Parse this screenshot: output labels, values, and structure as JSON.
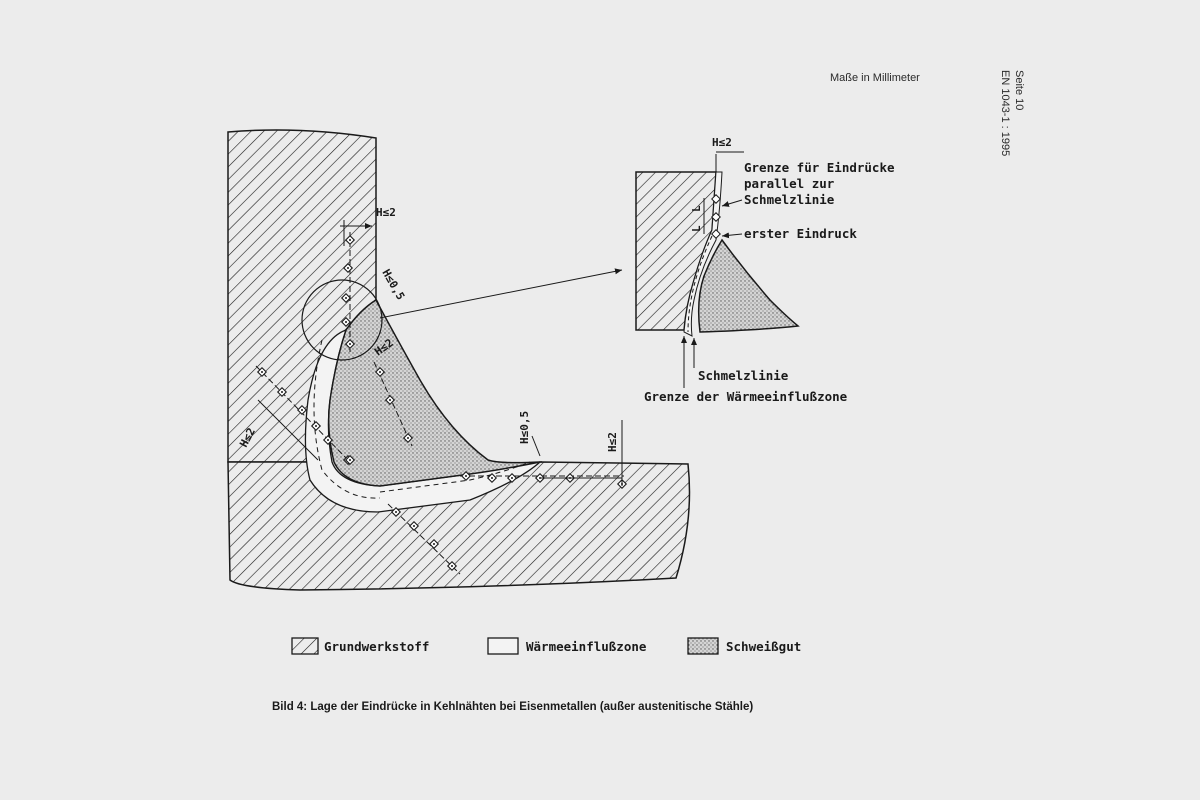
{
  "header": {
    "units": "Maße in Millimeter",
    "page": "Seite 10",
    "standard": "EN 1043-1 : 1995"
  },
  "dimensions": {
    "h_le_2": "H≤2",
    "h_le_05": "H≤0,5",
    "l": "L"
  },
  "detail": {
    "limit_label_1": "Grenze für Eindrücke",
    "limit_label_2": "parallel zur",
    "limit_label_3": "Schmelzlinie",
    "first_indent": "erster Eindruck",
    "fusion_line": "Schmelzlinie",
    "haz_boundary": "Grenze der Wärmeeinflußzone"
  },
  "legend": {
    "base_metal": "Grundwerkstoff",
    "haz": "Wärmeeinflußzone",
    "weld_metal": "Schweißgut"
  },
  "caption": "Bild 4:  Lage der Eindrücke in Kehlnähten bei Eisenmetallen (außer austenitische Stähle)",
  "colors": {
    "background": "#ececec",
    "ink": "#1a1a1a"
  }
}
